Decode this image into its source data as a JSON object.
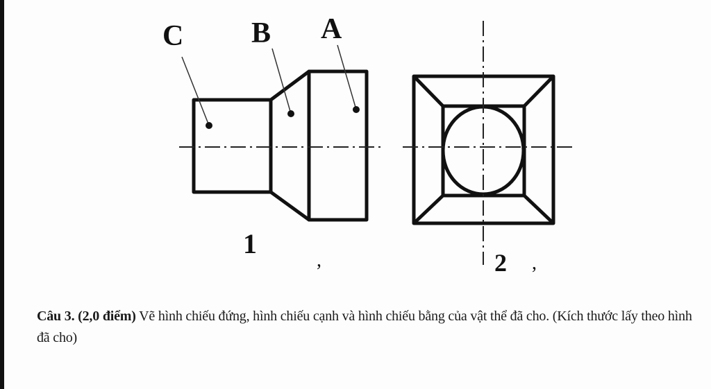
{
  "figure": {
    "part_labels": {
      "a": "A",
      "b": "B",
      "c": "C"
    },
    "view_labels": {
      "view1": "1",
      "view2": "2"
    },
    "stray_marks": {
      "mark1": ",",
      "mark2": ","
    },
    "colors": {
      "stroke": "#111111",
      "background": "#fdfdfd",
      "leader": "#333333"
    }
  },
  "question": {
    "heading": "Câu 3. (2,0 điểm)",
    "body": " Vẽ hình chiếu đứng, hình chiếu cạnh và hình chiếu bằng của vật thể đã cho. (Kích thước lấy theo hình đã cho)"
  }
}
